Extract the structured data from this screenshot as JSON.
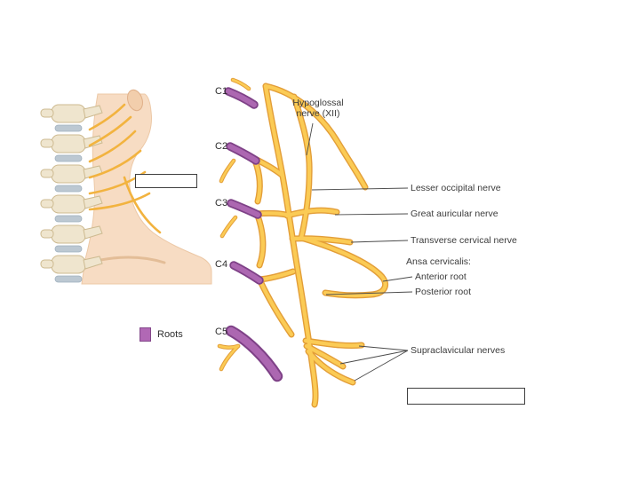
{
  "diagram": {
    "subject": "Cervical plexus nerve diagram with neck illustration",
    "roots": [
      "C1",
      "C2",
      "C3",
      "C4",
      "C5"
    ],
    "labels": {
      "hypoglossal_line1": "Hypoglossal",
      "hypoglossal_line2": "nerve (XII)",
      "lesser_occipital": "Lesser occipital nerve",
      "great_auricular": "Great auricular nerve",
      "transverse_cervical": "Transverse cervical nerve",
      "ansa_cervicalis": "Ansa cervicalis:",
      "anterior_root": "Anterior root",
      "posterior_root": "Posterior root",
      "supraclavicular": "Supraclavicular nerves"
    },
    "legend": {
      "label": "Roots",
      "swatch_color": "#B168B5"
    },
    "answer_boxes": {
      "neck": {
        "value": ""
      },
      "bottom": {
        "value": ""
      }
    },
    "colors": {
      "nerve_fill": "#FBCB55",
      "nerve_outline": "#E39E38",
      "root_fill": "#AC67B1",
      "root_outline": "#7E4187",
      "skin": "#F7DCC3",
      "bone": "#EFE5CE",
      "disc": "#BCC8D2",
      "leader_line": "#4a4a4a",
      "text": "#3b3b3b"
    }
  }
}
